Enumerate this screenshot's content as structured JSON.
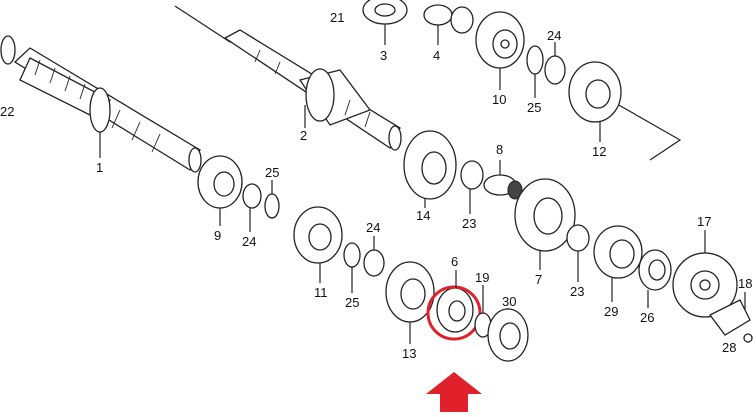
{
  "diagram": {
    "callouts": [
      {
        "id": "c21",
        "label": "21"
      },
      {
        "id": "c3",
        "label": "3"
      },
      {
        "id": "c4",
        "label": "4"
      },
      {
        "id": "c10",
        "label": "10"
      },
      {
        "id": "c24a",
        "label": "24"
      },
      {
        "id": "c25a",
        "label": "25"
      },
      {
        "id": "c22",
        "label": "22"
      },
      {
        "id": "c2",
        "label": "2"
      },
      {
        "id": "c12",
        "label": "12"
      },
      {
        "id": "c1",
        "label": "1"
      },
      {
        "id": "c8",
        "label": "8"
      },
      {
        "id": "c25b",
        "label": "25"
      },
      {
        "id": "c9",
        "label": "9"
      },
      {
        "id": "c24b",
        "label": "24"
      },
      {
        "id": "c14",
        "label": "14"
      },
      {
        "id": "c23a",
        "label": "23"
      },
      {
        "id": "c17",
        "label": "17"
      },
      {
        "id": "c24c",
        "label": "24"
      },
      {
        "id": "c7",
        "label": "7"
      },
      {
        "id": "c23b",
        "label": "23"
      },
      {
        "id": "c11",
        "label": "11"
      },
      {
        "id": "c25c",
        "label": "25"
      },
      {
        "id": "c6",
        "label": "6"
      },
      {
        "id": "c19",
        "label": "19"
      },
      {
        "id": "c18",
        "label": "18"
      },
      {
        "id": "c30",
        "label": "30"
      },
      {
        "id": "c29",
        "label": "29"
      },
      {
        "id": "c26",
        "label": "26"
      },
      {
        "id": "c28",
        "label": "28"
      },
      {
        "id": "c13",
        "label": "13"
      }
    ],
    "highlight": {
      "part": "6",
      "ring_color": "#e0202a",
      "arrow_color": "#e0202a"
    },
    "line_color": "#222222"
  }
}
